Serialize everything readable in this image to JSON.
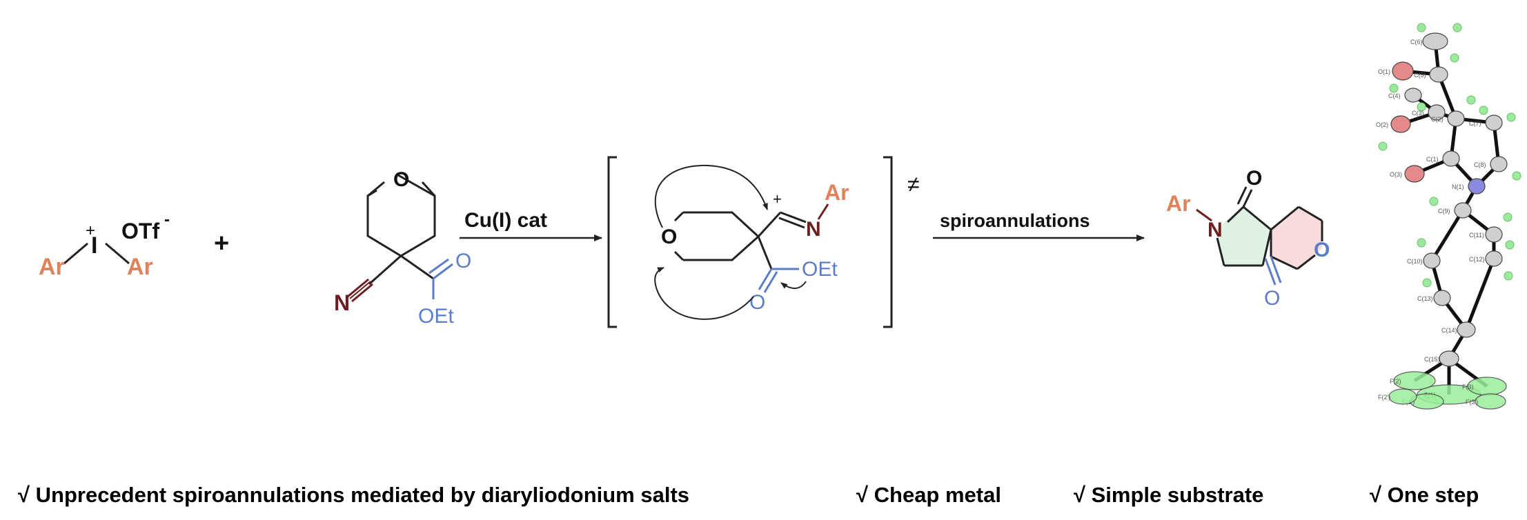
{
  "colors": {
    "aryl": "#E0825A",
    "nitrogen": "#6E1E1E",
    "ester": "#5B7DC8",
    "bond": "#222222",
    "ring_green": "#D6EEDB",
    "ring_pink": "#F6D3D5",
    "ellipsoid_grey": "#CFCFCF",
    "ellipsoid_red": "#E58A8A",
    "ellipsoid_blue": "#8A8AE0",
    "ellipsoid_green": "#9BEF9B",
    "hydrogen": "#9CEB9C"
  },
  "reagent_iodonium": {
    "charge": "+",
    "counterion": "OTf",
    "counterion_charge": "-",
    "iodine": "I",
    "aryl_left": "Ar",
    "aryl_right": "Ar"
  },
  "plus_sign": "+",
  "substrate": {
    "ring_oxygen": "O",
    "nitrile_n": "N",
    "carbonyl_o": "O",
    "ester_group": "OEt"
  },
  "step1": {
    "catalyst_label": "Cu(I) cat"
  },
  "intermediate": {
    "ring_oxygen": "O",
    "charge": "+",
    "iminium_n": "N",
    "aryl": "Ar",
    "ester_group": "OEt",
    "carbonyl_o": "O",
    "transition_symbol": "≠"
  },
  "step2": {
    "label": "spiroannulations"
  },
  "product": {
    "aryl": "Ar",
    "lactam_n": "N",
    "lactam_o": "O",
    "lactone_o_ring": "O",
    "lactone_o": "O"
  },
  "crystal_structure": {
    "atom_labels": [
      "C(6)",
      "O(1)",
      "C(5)",
      "C(4)",
      "C(3)",
      "O(2)",
      "C(2)",
      "C(7)",
      "C(1)",
      "C(8)",
      "O(3)",
      "N(1)",
      "C(9)",
      "C(10)",
      "C(11)",
      "C(12)",
      "C(13)",
      "C(14)",
      "C(15)",
      "F(1)",
      "F(2)",
      "F(3)",
      "F(1')",
      "F(2')",
      "F(3')"
    ]
  },
  "features": [
    "√ Unprecedent spiroannulations mediated by diaryliodonium salts",
    "√ Cheap metal",
    "√ Simple substrate",
    "√ One step"
  ]
}
